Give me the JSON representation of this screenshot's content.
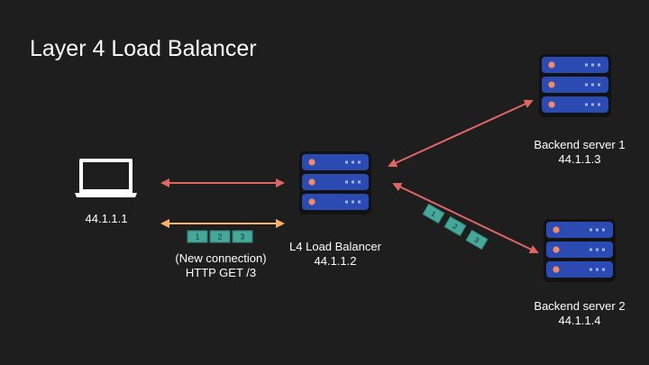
{
  "slide": {
    "title": "Layer 4 Load Balancer"
  },
  "client": {
    "icon": "laptop-icon",
    "ip": "44.1.1.1"
  },
  "load_balancer": {
    "icon": "server-rack-icon",
    "name": "L4 Load Balancer",
    "ip": "44.1.1.2"
  },
  "backend1": {
    "icon": "server-rack-icon",
    "name": "Backend server 1",
    "ip": "44.1.1.3"
  },
  "backend2": {
    "icon": "server-rack-icon",
    "name": "Backend server 2",
    "ip": "44.1.1.4"
  },
  "client_packets": [
    "1",
    "2",
    "3"
  ],
  "backend_packets": [
    "1",
    "2",
    "3"
  ],
  "request": {
    "line1": "(New connection)",
    "line2": "HTTP GET /3"
  },
  "colors": {
    "background": "#1e1e1e",
    "connection_arrow": "#e06666",
    "new_connection_arrow": "#f6b26b",
    "packet": "#45a89a",
    "server_body": "#2b4bb3",
    "server_light": "#f08a6a"
  }
}
